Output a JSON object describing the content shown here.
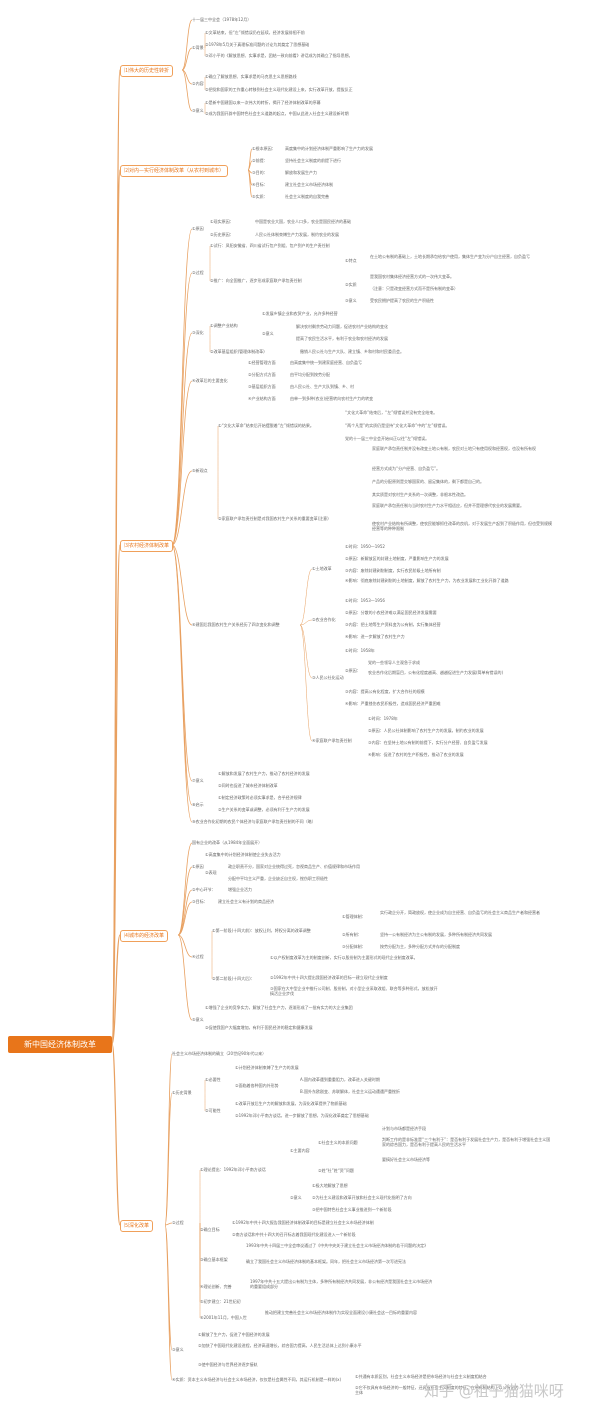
{
  "root": "新中国经济体制改革",
  "branches": [
    "⑴伟大的历史性转折",
    "⑵对内—实行经济体制改革（从农村到城市）",
    "⑶农村经济体制改革",
    "⑷城市的经济改革",
    "⑸深化改革"
  ],
  "s1": {
    "title": "十一届三中全会（1978年12月）",
    "bg": "①背景",
    "bg1": "①文革结束，但“左”倾错误仍在延续，经济发展徘徊不前",
    "bg2": "②1978年5月关于真理标准问题的讨论为其奠定了思想基础",
    "bg3": "③邓小平的《解放思想、实事求是，团结一致向前看》讲话成为其确立了指导思想。",
    "content": "②内容",
    "c1": "①确立了解放思想、实事求是的马克思主义思想路线",
    "c2": "②把党和国家的工作重心转移到社会主义现代化建设上来，实行改革开放，提拔反正",
    "meaning": "③意义",
    "m1": "①是新中国建国以来一次伟大的转折，揭开了经济体制改革的序幕",
    "m2": "②成为我国开辟中国特色社会主义道路的起点，中国从此进入社会主义建设新时期"
  },
  "s2": {
    "r1": "①根本原因：",
    "r1v": "高度集中的计划经济体制严重影响了生产力的发展",
    "r2": "②前提：",
    "r2v": "坚持社会主义制度的前提下进行",
    "r3": "③目的：",
    "r3v": "解放和发展生产力",
    "r4": "④目标：",
    "r4v": "建立社会主义市场经济体制",
    "r5": "⑤实质：",
    "r5v": "社会主义制度的自我完善"
  },
  "s3": {
    "reason": "①原因",
    "reason1": "①现实原因：",
    "reason1v": "中国是农业大国，农业人口多，农业是国民经济的基础",
    "reason2": "②历史原因：",
    "reason2v": "人民公社体制束缚生产力发展，制约农业的发展",
    "process": "②过程",
    "p1": "①试行：凤阳安徽省、四川省试行包产到组、包产到户的生产责任制",
    "p2": "②推广：向全国推广，逐步形成家庭联产承包责任制",
    "p2a": "①特点",
    "p2a1": "在土地公有制的基础上，土地长期承包给农户使用，集体生产变为分户自主经营，自负盈亏",
    "p2b": "②实质",
    "p2b1": "是我国农村集体经济经营方式的一次伟大变革。",
    "p2b2": "（注意：只是改变经营方式而不是所有制的变革）",
    "p2c": "③意义",
    "p2c1": "受农民拥护提高了农民的生产积极性",
    "deep": "③深化",
    "d1": "①调整产业结构",
    "d1a": "①发展乡镇企业和农贸产业，允许多种经营",
    "d1b": "②意义",
    "d1b1": "解决农村剩余劳动力问题，促进农村产业结构的变化",
    "d1b2": "提高了农民生活水平，有利于农业和农村经济的发展",
    "d2": "②改革基层组织(管理体制改革)",
    "d2v": "撤销人民公社与生产大队、建立镇、乡和村和村民委员会。",
    "change": "④改革后的主要变化",
    "ch1": "①经营管理方面",
    "ch1v": "由高度集中统一到建家庭经营、自负盈亏",
    "ch2": "②分配方式方面",
    "ch2v": "由平均分配到按劳分配",
    "ch3": "③基层组织方面",
    "ch3v": "由人民公社、生产大队到镇、乡、村",
    "ch4": "④产业结构方面",
    "ch4v": "由单一到多种(农业)经营转向农村生产力的转变",
    "think": "⑤新观点",
    "t1": "①“文化大革命”结束后开始摆脱着“左”倾错误的结果。",
    "t1a": "“文化大革命”结束后，“左”倾错误并没有完全结束。",
    "t1b": "“两个凡是”的实质仍是坚持“文化大革命”中的“左”倾错误。",
    "t1c": "党的十一届三中全会开始纠正以往“左”倾错误。",
    "t2": "②家庭联产承包责任制是对我国农村生产关系的重要变革(注意)",
    "t2a": "家庭联产承包责任制并没有改变土地公有制，农民对土地只有使用权和经营权，也没有所有权",
    "t2b": "经营方式成为“分户经营、自负盈亏”。",
    "t2c": "产品的分配原则是交够国家的、留足集体的，剩下都是自己的。",
    "t2d": "其实质是对农村生产关系的一次调整，非根本性改造。",
    "t2e": "家庭联产承包责任制与当时农村生产力水平相适应，但并不是理想代农业的发展需要。",
    "t2f": "使农村产业结构有所调整，使农民能够抓住改革的良机，对于发展生产起到了积极作用，但也受到规模经营等的种种限制",
    "adjust": "⑥建国后我国农村生产关系经历了四次变化和调整",
    "a1": "①土地改革",
    "a1t": "①时间：1950—1952",
    "a1r": "②原因：新解放区的封建土地制度，严重影响生产力的发展",
    "a1c": "③内容：废除封建剥削制度，实行农民阶级土地所有制",
    "a1m": "④影响：彻底废除封建剥削的土地制度，解放了农村生产力，为农业发展和工业化开辟了道路",
    "a2": "②农业合作化",
    "a2t": "①时间：1953—1956",
    "a2r": "②原因：分散的小农经济难以满足国民经济发展需要",
    "a2c": "③内容：把土地等生产资料变为公有制，实行集体经营",
    "a2m": "④影响：进一步解放了农村生产力",
    "a3": "③人民公社化运动",
    "a3t": "①时间：1958年",
    "a3r": "②原因：",
    "a3r1": "党的一些领导人主观急于求成",
    "a3r2": "农业合作化后期盲目，公有化程度越高、越越促进生产力发展(简单有错误的)",
    "a3c": "③内容：提高公有化程度，扩大合作社的规模",
    "a3m": "④影响：严重挫伤农民积极性，造成国民经济严重困难",
    "a4": "④家庭联产承包责任制",
    "a4t": "①时间：1978年",
    "a4r": "②原因：人民公社体制影响了农村生产力的发展，制约农业的发展",
    "a4c": "③内容：在坚持土地公有制的前提下，实行分户经营、自负盈亏发展",
    "a4m": "④影响：促进了农村的生产积极性，推动了农业的发展",
    "mean": "⑦意义",
    "mean1": "①解放和发展了农村生产力，推动了农村经济的发展",
    "mean2": "②同时也促进了城市经济体制改革",
    "lesson": "⑧启示",
    "lesson1": "①制定经济政策时必须实事求是，合乎经济规律",
    "lesson2": "②生产关系的变革或调整，必须有利于生产力的发展",
    "last": "⑨农业合作化初期的农民个体经济与家庭联产承包责任制的不同（略）"
  },
  "s4": {
    "title": "国有企业的改革（从1984年全面展开）",
    "reason": "①原因",
    "r1": "①高度集中的计划经济体制使企业失去活力",
    "r2": "②表现",
    "r2a": "政企职责不分，国家对企业统得过死，忽视商品生产、价值规律和市场作用",
    "r2b": "分配中平均主义严重，企业缺乏自主权，挫伤职工积极性",
    "center": "②中心环节：",
    "centerv": "增强企业活力",
    "goal": "③目标：",
    "goalv": "建立社会主义有计划的商品经济",
    "process": "④过程",
    "p1": "①第一阶段(十四大前)：放权让利，将权分离的改革调整",
    "p1a": "①管理体制：",
    "p1av": "实行政企分开，简政放权，使企业成为自主经营、自负盈亏的社会主义商品生产者和经营者",
    "p1b": "②所有制：",
    "p1bv": "坚持一公有制经济为主公有制的发展，多种所有制经济共同发展",
    "p1c": "③分配体制：",
    "p1cv": "按劳分配为主，多种分配方式并存的分配制度",
    "p2": "②第二阶段(十四大后)：",
    "p2a": "①以产权制度改革为主的制度创新，实行以股份制为主要形式的现代企业制度改革。",
    "p2b": "②1992年中共十四大提出我国经济改革的目标—建立现代企业制度",
    "p2c": "③国家在大中型企业中推行公司制、股份制，对小型企业采取改组、联合等多种形式，放松放开搞活企业步伐",
    "meaning": "⑤意义",
    "m1": "①增强了企业的竞争实力，解放了社会生产力，逐渐形成了一批有实力的大企业集团",
    "m2": "②促使我国产大幅度增加，有利于国民经济的稳定和健康发展"
  },
  "s5": {
    "title": "社会主义市场经济体制的确立（20世纪90年代以来）",
    "bg": "①历史背景",
    "bg1": "①必要性",
    "bg1a": "①计划经济体制束缚了生产力的发展",
    "bg1b": "②面临着各种国内外形势",
    "bg1b1": "A.国内改革遇到重重阻力，改革进入关键时期",
    "bg1b2": "B.国外东欧剧变、苏联解体，社会主义运动遭遇严重挫折",
    "bg2": "②可能性",
    "bg2a": "①改革开放后生产力的解放和发展，为深化改革提供了物质基础",
    "bg2b": "②1992年邓小平南方谈话，进一步解放了思想，为深化改革奠定了思想基础",
    "process": "②过程",
    "p1": "①理论提出：1992年邓小平南方谈话",
    "p1a": "①主要内容",
    "p1a1": "①社会主义的本质问题",
    "p1a1a": "计划与市场都是经济手段",
    "p1a1b": "判断工作的是非标准是“三个有利于”：是否有利于发展社会生产力，是否有利于增强社会主义国家的综合国力，是否有利于提高人民的生活水平",
    "p1a1c": "要搞好社会主义市场经济等",
    "p1a2": "②姓“社”姓“资”问题",
    "p1b": "②意义",
    "p1b1": "①极大地解放了思想",
    "p1b2": "②为社主义建设和改革开放和社会主义现代化指明了方向",
    "p1b3": "③把中国特色社会主义事业推进到一个新阶段",
    "p2": "②确立目标",
    "p2a": "①1992年中共十四大报告我国经济体制改革的目标是建立社会主义市场经济体制",
    "p2b": "②南方谈话和中共十四大的召开标志着我国现代化建设进入一个新阶段",
    "p3": "③确立基本框架",
    "p3a": "1993年中共十四届三中全会审议通过了《中共中央关于建立社会主义市场经济体制的若干问题的决定》",
    "p3b": "确立了我国社会主义市场经济体制的基本框架。同年，把社会主义市场经济第一次写进宪法",
    "p4": "④理论创新、完善",
    "p4v": "1997年中共十五大提出公有制为主体，多种所有制经济共同发展，非公有经济是我国社会主义市场经济的重要组成部分",
    "p5": "⑤初步建立：21世纪初",
    "p6": "⑥2001年11月，中国入世",
    "p6v": "推动把建立完善社会主义市场经济体制作为实现全面建设小康社会这一目标的重要内容",
    "meaning": "③意义",
    "m1": "①解放了生产力，促进了中国经济的发展",
    "m2": "②加快了中国现代化建设进程，经济高速增长，综合国力提高，人民生活总体上达到小康水平",
    "m3": "③使中国经济与世界经济逐步接轨",
    "extra": "④实质：资本主义市场经济与社会主义市场经济，仅仅是社会属性不同，其运行机制是一样的(x)",
    "extra1": "①共通有本质区别，社会主义市场经济是把市场经济与社会主义制度相结合",
    "extra2": "②它不仅具有市场经济的一般特征，还具有社会主义制度的特征，在所有制结构上以公有制为主体"
  },
  "watermark": "知乎 @祖子猫猫咪呀",
  "colors": {
    "accent": "#e8751a",
    "line": "#e8a060",
    "text": "#666666"
  }
}
